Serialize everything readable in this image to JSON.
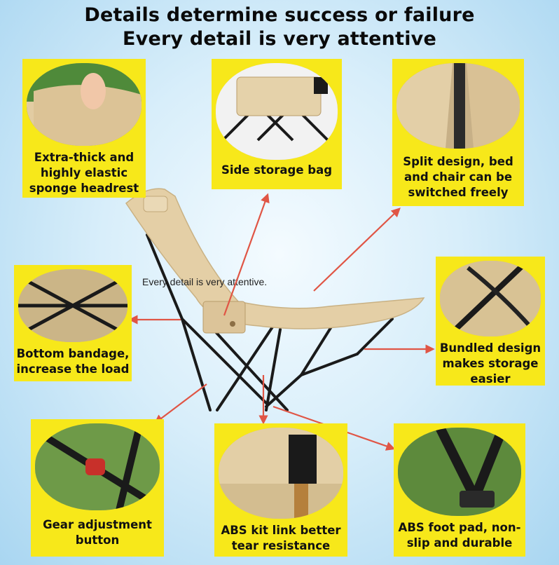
{
  "headline": {
    "line1": "Details determine success or failure",
    "line2": "Every detail is very attentive"
  },
  "watermark": "Every detail is very attentive.",
  "colors": {
    "card_yellow": "#f7e81a",
    "arrow_red": "#e05545",
    "fabric_khaki": "#e4cfa6",
    "frame_black": "#1a1a1a"
  },
  "features": {
    "headrest": "Extra-thick and\nhighly elastic\nsponge headrest",
    "storage_bag": "Side storage bag",
    "split_design": "Split design, bed\nand chair can be\nswitched freely",
    "bottom_bandage": "Bottom bandage,\nincrease the load",
    "bundled_design": "Bundled design\nmakes storage\neasier",
    "gear_button": "Gear adjustment\nbutton",
    "abs_kit": "ABS kit link  better\ntear resistance",
    "abs_foot": "ABS foot pad, non-\nslip and durable"
  }
}
